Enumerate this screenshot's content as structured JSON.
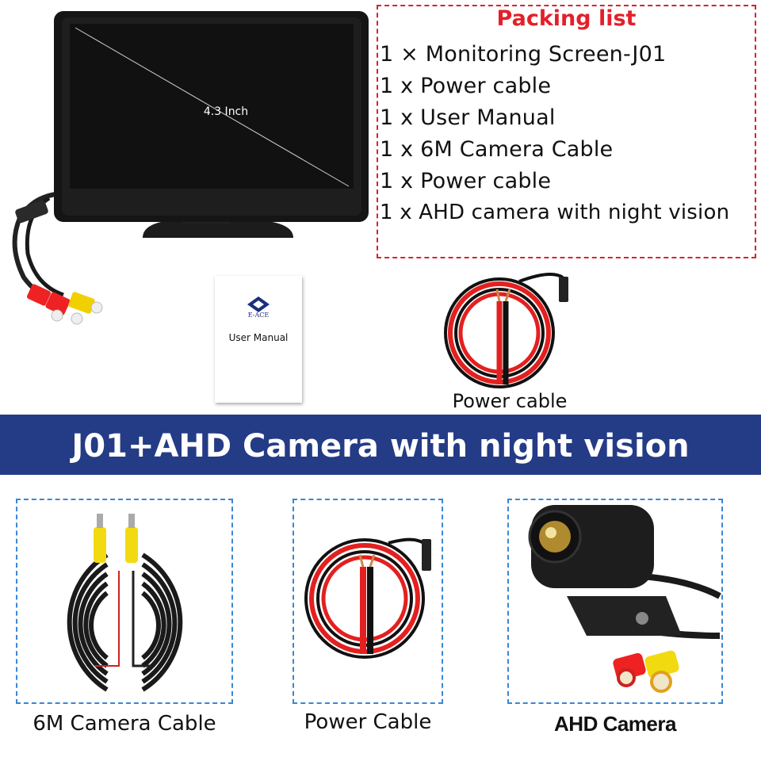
{
  "monitor": {
    "size_label": "4.3 Inch"
  },
  "packing_list": {
    "title": "Packing list",
    "items": [
      "1 × Monitoring Screen-J01",
      "1 x Power cable",
      "1 x User Manual",
      "1 x 6M Camera Cable",
      "1 x Power cable",
      "1 x AHD camera with night vision"
    ]
  },
  "manual": {
    "brand": "E-ACE",
    "label": "User Manual"
  },
  "power_cable_top": {
    "caption": "Power cable"
  },
  "banner": {
    "text": "J01+AHD Camera with night vision"
  },
  "bottom": {
    "camera_cable_caption": "6M Camera Cable",
    "power_cable_caption": "Power Cable",
    "ahd_camera_caption": "AHD Camera"
  },
  "colors": {
    "banner_blue": "#243b86",
    "packing_red": "#e3202a",
    "dash_blue": "#3a86d4"
  }
}
